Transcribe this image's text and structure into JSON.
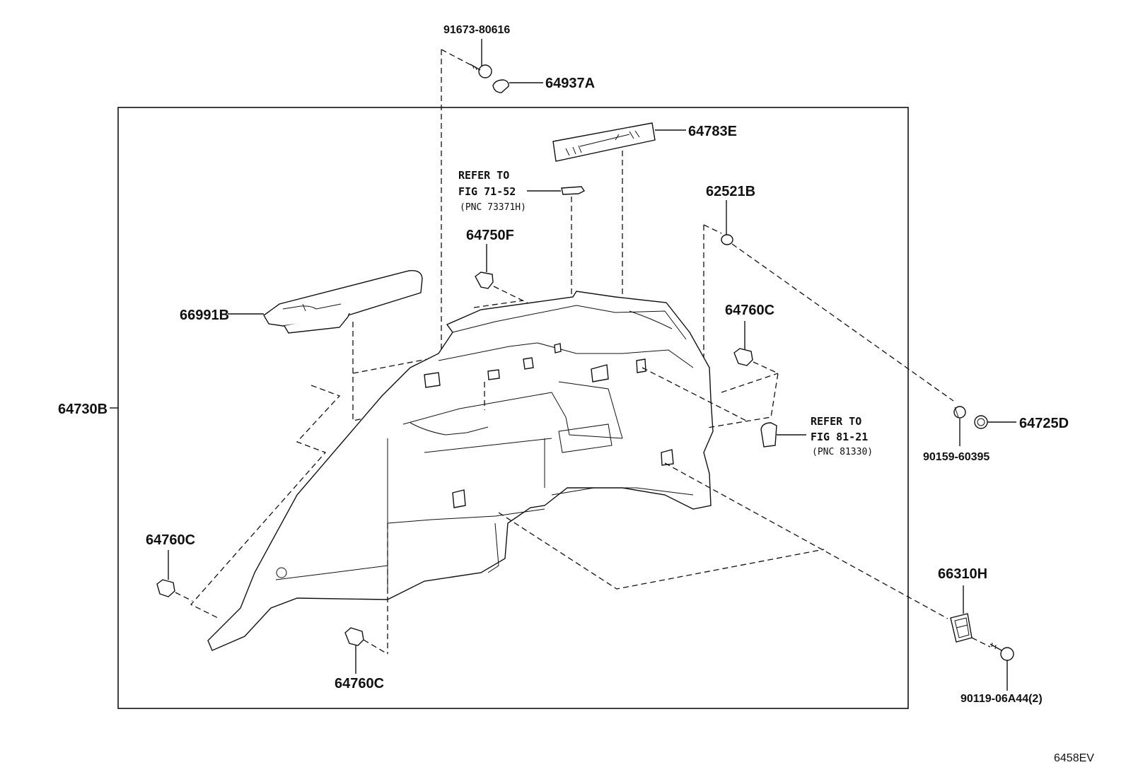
{
  "labels": {
    "p91673": "91673-80616",
    "p64937A": "64937A",
    "p64783E": "64783E",
    "ref1_line1": "REFER TO",
    "ref1_line2": "FIG 71-52",
    "ref1_line3": "(PNC 73371H)",
    "p62521B": "62521B",
    "p64750F": "64750F",
    "p66991B": "66991B",
    "p64760C_right": "64760C",
    "p64730B": "64730B",
    "ref2_line1": "REFER TO",
    "ref2_line2": "FIG 81-21",
    "ref2_line3": "(PNC 81330)",
    "p64725D": "64725D",
    "p90159": "90159-60395",
    "p64760C_left": "64760C",
    "p66310H": "66310H",
    "p64760C_bottom": "64760C",
    "p90119": "90119-06A44(2)",
    "figure_id": "6458EV"
  }
}
